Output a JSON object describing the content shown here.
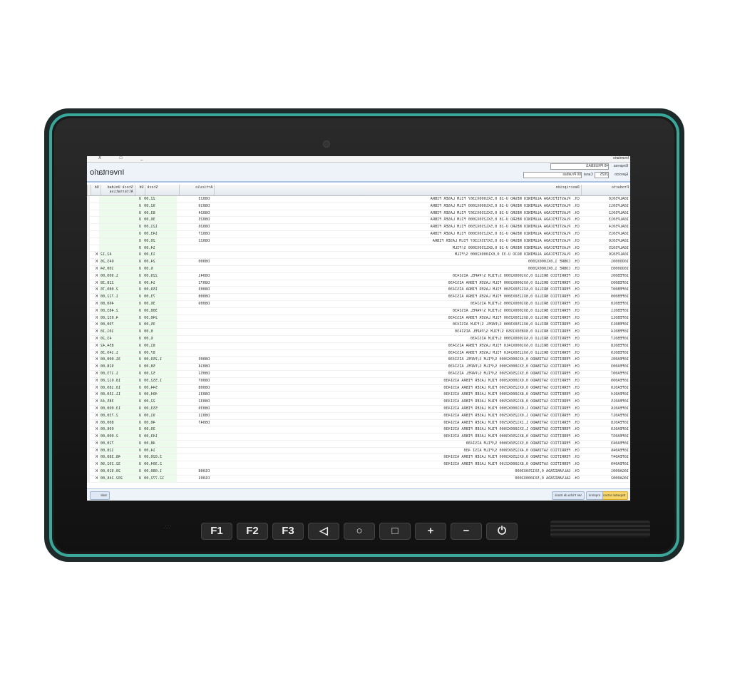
{
  "window": {
    "title": "Inventario",
    "controls": "_ □ X",
    "heading": "Inventario"
  },
  "filters": {
    "empresa_label": "Empresa",
    "empresa_value": "40 PRUEBAS",
    "ejercicio_label": "Ejercicio",
    "ejercicio_value": "2025",
    "canal_label": "Canal",
    "canal_value": "00 Pruebas"
  },
  "columns": [
    "Producto",
    "Descripción",
    "Artículo",
    "Stock",
    "Ud",
    "Stock Unidad Alternativa",
    "Ud"
  ],
  "rows": [
    [
      "10ALP5010",
      "CH. PLASTIFICADA ALUMINIO NEGRO U-28 0,5X1000X1367 FILM LASER FIBRA",
      "D8023",
      "22,00",
      "U",
      "",
      ""
    ],
    [
      "10ALP5011",
      "CH. PLASTIFICADA ALUMINIO NEGRO U-28 0,5X1000X2000 FILM LASER FIBRA",
      "D8019",
      "92,00",
      "U",
      "",
      ""
    ],
    [
      "10ALP5012",
      "CH. PLASTIFICADA ALUMINIO NEGRO U-28 0,5X1250X1367 FILM LASER FIBRA",
      "D8024",
      "83,00",
      "U",
      "",
      ""
    ],
    [
      "10ALP5013",
      "CH. PLASTIFICADA ALUMINIO NEGRO U-28 0,5X1250X2000 FILM LASER FIBRA",
      "D8025",
      "36,00",
      "U",
      "",
      ""
    ],
    [
      "10ALP5014",
      "CH. PLASTIFICADA ALUMINIO NEGRO U-28 0,5X1250X2500 FILM LASER FIBRA",
      "D8026",
      "121,00",
      "U",
      "",
      ""
    ],
    [
      "10ALP5015",
      "CH. PLASTIFICADA ALUMINIO NEGRO U-28 0,5X1250X3000 FILM LASER FIBRA",
      "D8027",
      "143,00",
      "U",
      "",
      ""
    ],
    [
      "10ALP5016",
      "CH. PLASTIFICADA ALUMINIO NEGRO U-28 0,5X735X1367 FILM LASER FIBRA",
      "D8022",
      "20,00",
      "U",
      "",
      ""
    ],
    [
      "10ALP5025",
      "CH. PLASTIFICADA ALUMINIO NEGRO U-28 0,8X1250X3000 S/FILM",
      "",
      "14,00",
      "U",
      "",
      ""
    ],
    [
      "10ALP5026",
      "CH. PLASTIFICADA ALUMINIO BOJO U-33 0,6X1000X2000 S/FILM",
      "",
      "13,00",
      "U",
      "42,12",
      "K"
    ],
    [
      "10OD0001",
      "CH. COBRE 1,0X1000X2000",
      "D8000",
      "24,00",
      "U",
      "643,26",
      "K"
    ],
    [
      "10OD0003",
      "CH. COBRE 1,0X1000X2000",
      "",
      "6,00",
      "U",
      "100,94",
      "K"
    ],
    [
      "10FEB001",
      "CH. FERRITICO BRILLO 0,5X1000X2000 S/FILM S/PAPEL AISI430",
      "D8041",
      "229,00",
      "U",
      "1.909,00",
      "K"
    ],
    [
      "10FEB003",
      "CH. FERRITICO BRILLO 0,6X1000X2000 FILM LASER FIBRA AISI430",
      "D8072",
      "14,00",
      "U",
      "228,38",
      "K"
    ],
    [
      "10FEB007",
      "CH. FERRITICO BRILLO 0,6X1250X2500 FILM LASER FIBRA AISI430",
      "D8003",
      "159,00",
      "U",
      "2.089,76",
      "K"
    ],
    [
      "10FEB009",
      "CH. FERRITICO BRILLO 0,8X1250X3000 FILM LASER FIBRA AISI430",
      "D8008",
      "73,00",
      "U",
      "1.722,00",
      "K"
    ],
    [
      "10FEB010",
      "CH. FERRITICO BRILLO 0,8X1000X2000 S/FILM AISI430",
      "D8009",
      "36,00",
      "U",
      "460,80",
      "K"
    ],
    [
      "10FEB011",
      "CH. FERRITICO BRILLO 0,8X1000X2000 S/FILM S/PAPEL AISI430",
      "",
      "308,00",
      "U",
      "2.483,00",
      "K"
    ],
    [
      "10FEB012",
      "CH. FERRITICO BRILLO 0,8X1250X2500 FILM LASER FIBRA AISI430",
      "",
      "240,00",
      "U",
      "4.032,00",
      "K"
    ],
    [
      "10FEB013",
      "CH. FERRITICO BRILLO 0,8X1250X3000 S/PAPEL S/FILM AISI430",
      "",
      "35,00",
      "U",
      "790,00",
      "K"
    ],
    [
      "10FEB014",
      "CH. FERRITICO BRILLO 0,8X850X1950 S/FILM S/PAPEL AISI430",
      "",
      "0,00",
      "U",
      "101,10",
      "K"
    ],
    [
      "10FEB017",
      "CH. FERRITICO BRILLO 0,6X1000X2000 S/FILM AISI430",
      "",
      "6,00",
      "U",
      "43,20",
      "K"
    ],
    [
      "10FEB018",
      "CH. FERRITICO BRILLO 0,6X1000X2410 FILM LASER FIBRA AISI430",
      "",
      "81,00",
      "U",
      "854,42",
      "K"
    ],
    [
      "10FEB019",
      "CH. FERRITICO BRILLO 0,6X1250X2410 FILM LASER FIBRA AISI430",
      "",
      "87,00",
      "U",
      "1.149,36",
      "K"
    ],
    [
      "10FEA001",
      "CH. FERRITICO SATINADO 0,4X1000X2000 S/FILM S/PAPEL AISI430",
      "D8005",
      "1.259,00",
      "U",
      "31.000,00",
      "K"
    ],
    [
      "10FEA003",
      "CH. FERRITICO SATINADO 0,5X1000X2000 S/FILM S/PAPEL AISI430",
      "D8014",
      "58,00",
      "U",
      "928,00",
      "K"
    ],
    [
      "10FEA007",
      "CH. FERRITICO SATINADO 0,5X1250X2500 S/FILM S/PAPEL AISI430",
      "D8052",
      "52,00",
      "U",
      "1.173,00",
      "K"
    ],
    [
      "10FEA009",
      "CH. FERRITICO SATINADO 0,6X1000X2000 FILM LASER FIBRA AISI430",
      "D8007",
      "1.552,00",
      "U",
      "18.612,00",
      "K"
    ],
    [
      "10FEA010",
      "CH. FERRITICO SATINADO 0,6X1250X2500 FILM LASER FIBRA AISI430",
      "D8008",
      "544,00",
      "U",
      "10.189,00",
      "K"
    ],
    [
      "10FEA014",
      "CH. FERRITICO SATINADO 0,8X1000X2000 FILM LASER FIBRA AISI430",
      "D8031",
      "494,00",
      "U",
      "11.150,00",
      "K"
    ],
    [
      "10FEA015",
      "CH. FERRITICO SATINADO 0,8X1250X2500 FILM LASER FIBRA AISI430",
      "D8032",
      "22,00",
      "U",
      "385,44",
      "K"
    ],
    [
      "10FEA016",
      "CH. FERRITICO SATINADO 1,0X1000X2000 FILM LASER FIBRA AISI430",
      "D8039",
      "553,00",
      "U",
      "13.090,00",
      "K"
    ],
    [
      "10FEA017",
      "CH. FERRITICO SATINADO 1,0X1250X2500 FILM LASER FIBRA AISI430",
      "D8011",
      "91,00",
      "U",
      "2.730,00",
      "K"
    ],
    [
      "10FEA018",
      "CH. FERRITICO SATINADO 1,2X1250X2500 FILM LASER FIBRA AISI430",
      "D8047",
      "40,00",
      "U",
      "800,00",
      "K"
    ],
    [
      "10FEA019",
      "CH. FERRITICO SATINADO 1,5X1000X2000 FILM LASER FIBRA AISI430",
      "",
      "39,00",
      "U",
      "696,00",
      "K"
    ],
    [
      "10FEA037",
      "CH. FERRITICO SATINADO 0,8X1250X3000 FILM LASER FIBRA AISI430",
      "",
      "143,00",
      "U",
      "2.000,00",
      "K"
    ],
    [
      "10FEA043",
      "CH. FERRITICO SATINADO 0,5X1250X3000 S/FILM AISI430",
      "",
      "48,00",
      "U",
      "720,00",
      "K"
    ],
    [
      "10FEA046",
      "CH. FERRITICO SATINADO 0,4X1250X3000 S/FILM AISI 430",
      "",
      "14,00",
      "U",
      "128,00",
      "K"
    ],
    [
      "10FEA047",
      "CH. FERRITICO SATINADO 0,6X1250X3000 FILM LASER FIBRA AISI430",
      "",
      "3.020,00",
      "U",
      "48.380,00",
      "K"
    ],
    [
      "10FEA049",
      "CH. FERRITICO SATINADO 0,8X1000X2190 FILM LASER FIBRA AISI430",
      "",
      "2.304,00",
      "U",
      "32.292,96",
      "K"
    ],
    [
      "10GA0001",
      "CH. GALVANIZADA 0,5X1250X3000",
      "D1008",
      "1.080,00",
      "U",
      "20.920,00",
      "K"
    ],
    [
      "10GA0002",
      "CH. GALVANIZADA 0,5X1000X2000",
      "D1001",
      "12.772,00",
      "U",
      "202.246,00",
      "K"
    ]
  ],
  "buttons": {
    "export": "Exportar a Excel",
    "print": "Imprimir",
    "stock_sheet": "Ver Ficha de Stock",
    "exit": "Salir"
  },
  "hardware_keys": [
    "F1",
    "F2",
    "F3",
    "◁",
    "○",
    "□",
    "+",
    "−",
    "⏻"
  ],
  "colors": {
    "rim": "#3aa79b",
    "stock_bg": "#ecfbec",
    "export_btn": "#f7d56b"
  }
}
